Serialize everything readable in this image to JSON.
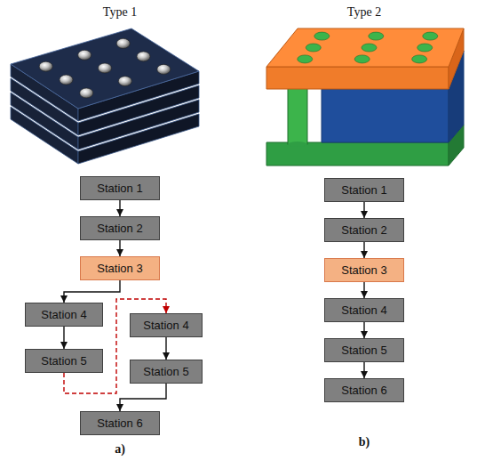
{
  "diagram": {
    "nodes": [
      {
        "text": [
          "Station 1"
        ]
      },
      {
        "text": [
          "Station 2"
        ]
      },
      {
        "text": [
          "Station 3"
        ]
      },
      {
        "text": [
          "Station 4"
        ]
      },
      {
        "text": [
          "Station 5"
        ]
      },
      {
        "text": [
          "Station 4"
        ]
      },
      {
        "text": [
          "Station 5"
        ]
      },
      {
        "text": [
          "Station 6"
        ]
      },
      {
        "text": [
          "Station 1"
        ]
      },
      {
        "text": [
          "Station 2"
        ]
      },
      {
        "text": [
          "Station 3"
        ]
      },
      {
        "text": [
          "Station 4"
        ]
      },
      {
        "text": [
          "Station 5"
        ]
      },
      {
        "text": [
          "Station 6"
        ]
      }
    ],
    "edges": [
      {
        "from": 0,
        "to": 1,
        "arrow": "to"
      },
      {
        "from": 1,
        "to": 2,
        "arrow": "to"
      },
      {
        "from": 2,
        "to": 3,
        "arrow": "to"
      },
      {
        "from": 3,
        "to": 4,
        "arrow": "to"
      },
      {
        "from": 4,
        "to": 5,
        "arrow": "to"
      },
      {
        "from": 5,
        "to": 6,
        "arrow": "to"
      },
      {
        "from": 6,
        "to": 7,
        "arrow": "to"
      },
      {
        "from": 8,
        "to": 9,
        "arrow": "to"
      },
      {
        "from": 9,
        "to": 10,
        "arrow": "to"
      },
      {
        "from": 10,
        "to": 11,
        "arrow": "to"
      },
      {
        "from": 11,
        "to": 12,
        "arrow": "to"
      },
      {
        "from": 12,
        "to": 13,
        "arrow": "to"
      }
    ],
    "labels": [
      "Type 1",
      "Type 2",
      "a)",
      "b)"
    ]
  }
}
